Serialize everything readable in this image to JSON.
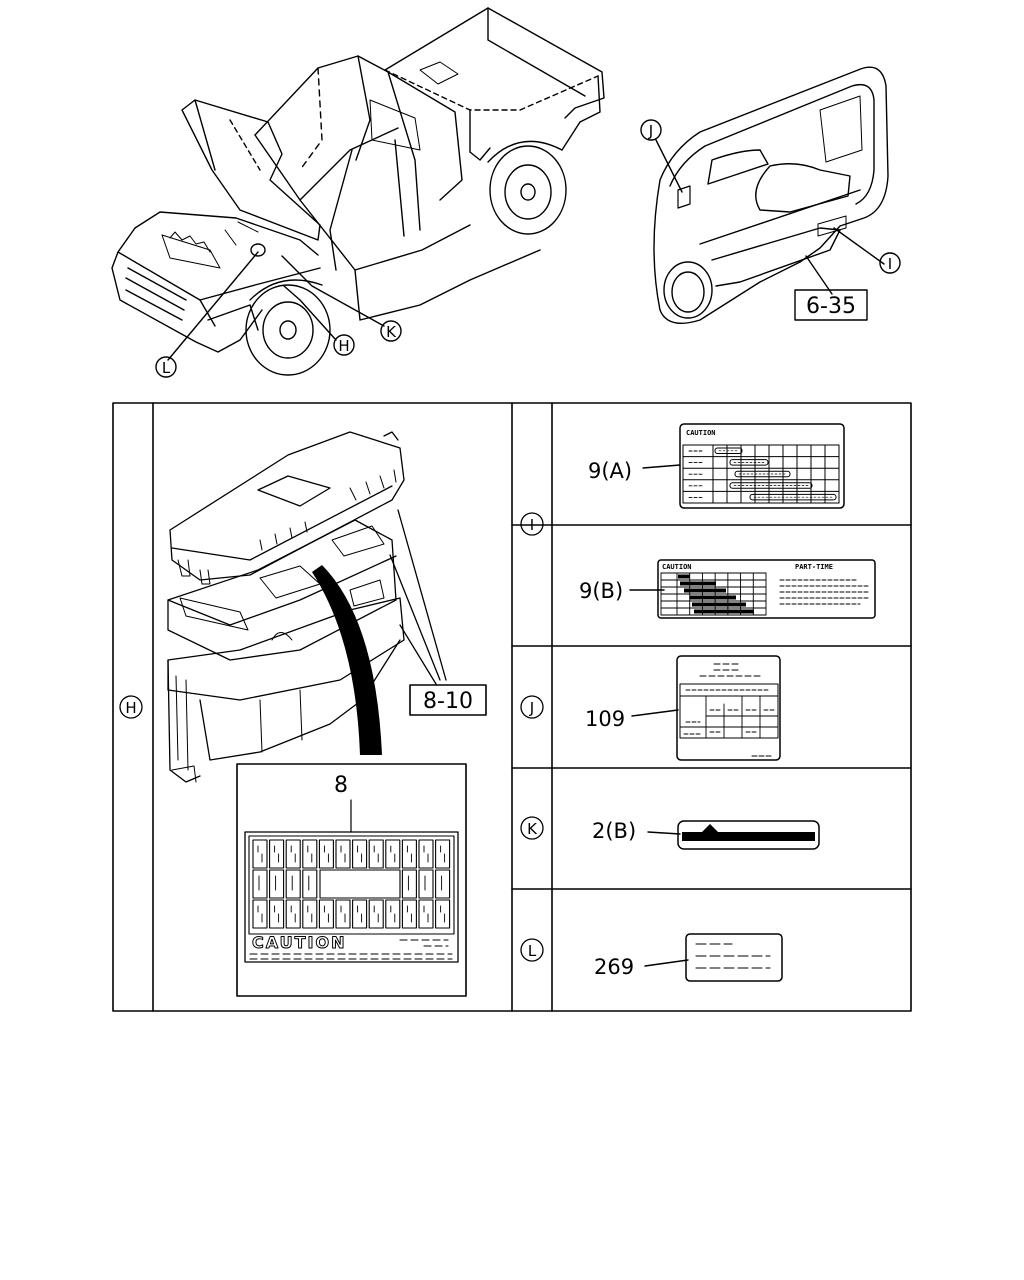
{
  "callouts": {
    "truck": [
      "L",
      "H",
      "K"
    ],
    "door": [
      "J",
      "I"
    ],
    "door_ref": "6-35"
  },
  "table": {
    "rows": [
      {
        "letter": "H",
        "parts": [
          {
            "label": "8-10"
          },
          {
            "label": "8"
          }
        ],
        "caution_text": "CAUTION"
      },
      {
        "letter": "I",
        "parts": [
          {
            "label": "9(A)",
            "caution_text": "CAUTION"
          },
          {
            "label": "9(B)",
            "caution_text": "CAUTION",
            "title": "PART-TIME"
          }
        ]
      },
      {
        "letter": "J",
        "parts": [
          {
            "label": "109"
          }
        ]
      },
      {
        "letter": "K",
        "parts": [
          {
            "label": "2(B)"
          }
        ]
      },
      {
        "letter": "L",
        "parts": [
          {
            "label": "269"
          }
        ]
      }
    ]
  }
}
